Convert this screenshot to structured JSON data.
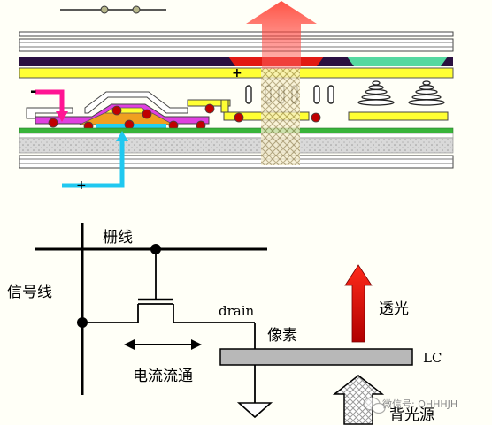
{
  "cross_section": {
    "minus_sign": "-",
    "plus_sign_top": "+",
    "plus_sign_bottom": "+"
  },
  "circuit": {
    "gate_line_label": "栅线",
    "signal_line_label": "信号线",
    "drain_label": "drain",
    "pixel_label": "像素",
    "current_label": "电流流通",
    "lc_label": "LC",
    "light_through_label": "透光",
    "backlight_label": "背光源"
  },
  "watermark": {
    "text": "微信号: OHHHJH"
  },
  "colors": {
    "red_arrow": "#e21a12",
    "magenta_line": "#ff1493",
    "cyan_line": "#20c8f0",
    "yellow_layer": "#ffff33",
    "dark_layer": "#2a1040",
    "green_layer": "#38b43a",
    "pixel_gray": "#b8b8b8"
  }
}
